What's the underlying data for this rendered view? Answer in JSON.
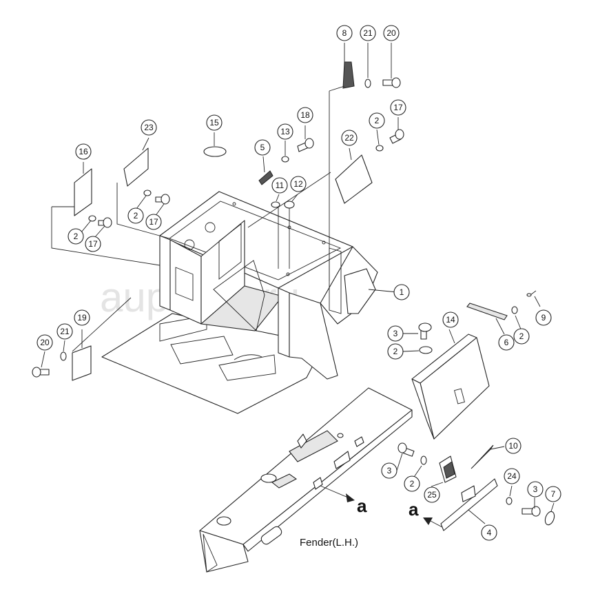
{
  "watermark": "auparter.ru",
  "caption": "Fender(L.H.)",
  "view_labels": [
    "a",
    "a"
  ],
  "callouts": [
    {
      "number": "1"
    },
    {
      "number": "2"
    },
    {
      "number": "2"
    },
    {
      "number": "2"
    },
    {
      "number": "2"
    },
    {
      "number": "2"
    },
    {
      "number": "2"
    },
    {
      "number": "3"
    },
    {
      "number": "3"
    },
    {
      "number": "3"
    },
    {
      "number": "4"
    },
    {
      "number": "5"
    },
    {
      "number": "6"
    },
    {
      "number": "7"
    },
    {
      "number": "8"
    },
    {
      "number": "9"
    },
    {
      "number": "10"
    },
    {
      "number": "11"
    },
    {
      "number": "12"
    },
    {
      "number": "13"
    },
    {
      "number": "14"
    },
    {
      "number": "15"
    },
    {
      "number": "16"
    },
    {
      "number": "17"
    },
    {
      "number": "17"
    },
    {
      "number": "17"
    },
    {
      "number": "18"
    },
    {
      "number": "19"
    },
    {
      "number": "20"
    },
    {
      "number": "20"
    },
    {
      "number": "21"
    },
    {
      "number": "21"
    },
    {
      "number": "22"
    },
    {
      "number": "23"
    },
    {
      "number": "24"
    },
    {
      "number": "25"
    }
  ]
}
